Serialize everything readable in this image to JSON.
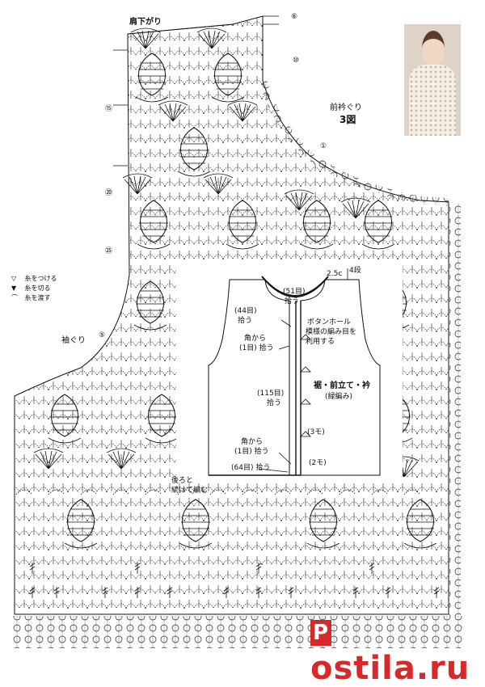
{
  "labels": {
    "shoulder": "肩下がり",
    "front_neck": "前衿ぐり",
    "figure": "3図",
    "armhole": "袖ぐり",
    "neck_width": "2.5c",
    "neck_rows": "4段",
    "pick_51": "(51目)",
    "pick_51_b": "拾う",
    "pick_44": "(44目)",
    "pick_44_b": "拾う",
    "buttonhole": "ボタンホール",
    "buttonhole_note1": "模様の編み目を",
    "buttonhole_note2": "利用する",
    "corner1": "角から",
    "corner1_b": "(1目) 拾う",
    "pick_115": "(115目)",
    "pick_115_b": "拾う",
    "edge_title": "裾・前立て・衿",
    "edge_sub": "(緑編み)",
    "three_mo": "(3モ)",
    "corner2": "角から",
    "corner2_b": "(1目) 拾う",
    "pick_64": "(64目) 拾う",
    "two_mo": "(2モ)",
    "back_join1": "後ろと",
    "back_join2": "続けて編む"
  },
  "legend": [
    {
      "symbol": "▽",
      "text": "糸をつける"
    },
    {
      "symbol": "▼",
      "text": "糸を切る"
    },
    {
      "symbol": "⌒",
      "text": "糸を渡す"
    }
  ],
  "row_markers": [
    "⑥",
    "⑩",
    "⑮",
    "⑳",
    "㉕",
    "⑤",
    "①"
  ],
  "watermark": {
    "letter": "P",
    "text": "ostila.ru"
  },
  "colors": {
    "ink": "#111111",
    "watermark": "#d62a2a",
    "paper": "#ffffff"
  }
}
